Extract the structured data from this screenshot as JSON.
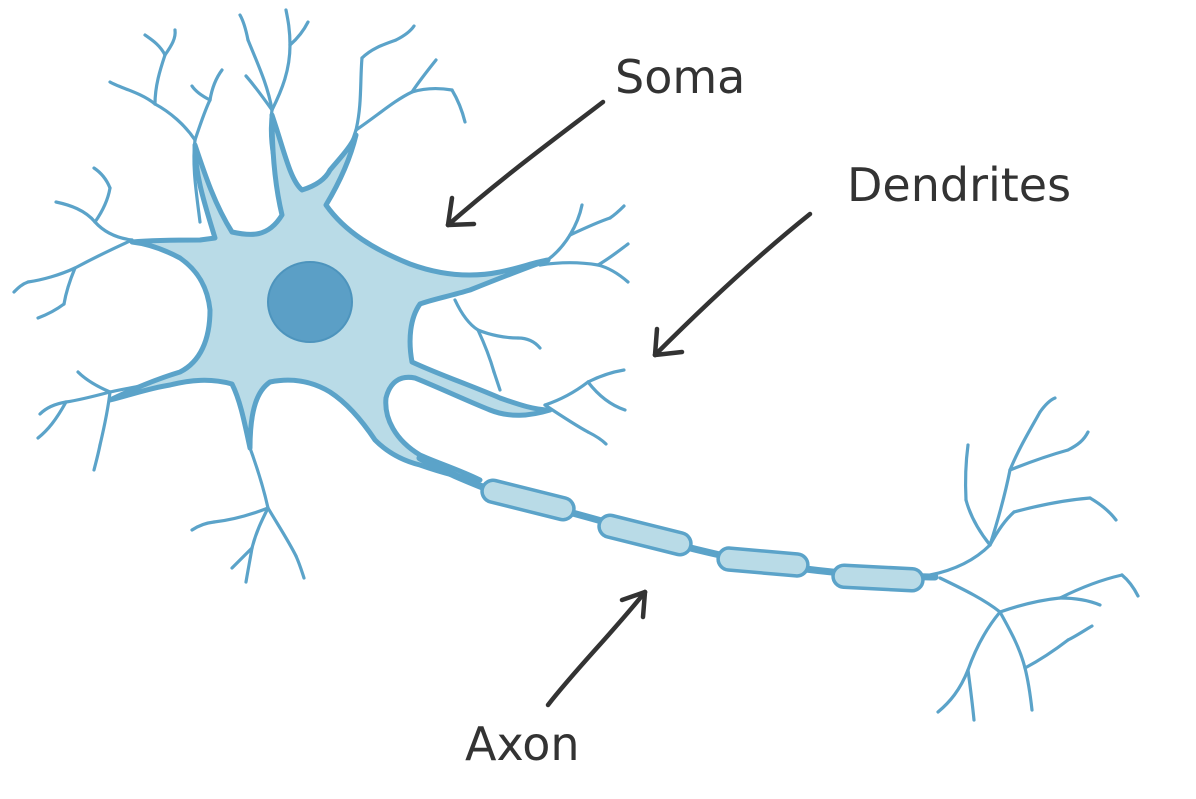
{
  "labels": {
    "soma": "Soma",
    "dendrites": "Dendrites",
    "axon": "Axon"
  },
  "colors": {
    "cell_fill": "#b9dbe7",
    "cell_outline": "#5ba3c9",
    "nucleus": "#5b9fc6",
    "myelin_fill": "#b9dbe7",
    "label_text": "#333333",
    "arrow": "#333333",
    "background": "#ffffff"
  }
}
